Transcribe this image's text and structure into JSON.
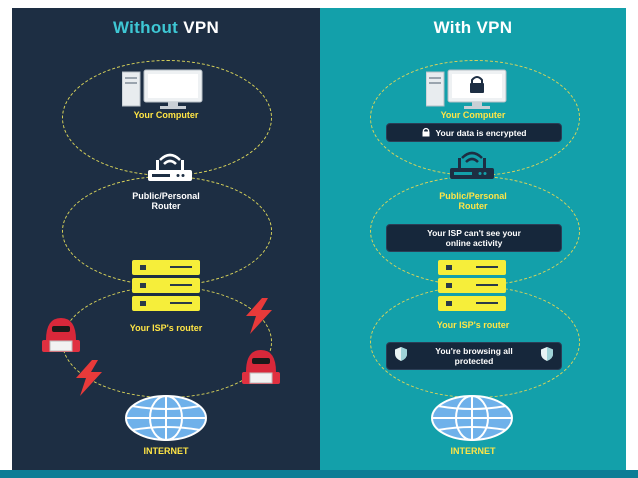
{
  "left_panel": {
    "title_part1": "Without",
    "title_part2": "VPN",
    "computer_label": "Your Computer",
    "router_label_line1": "Public/Personal",
    "router_label_line2": "Router",
    "isp_label": "Your ISP's router",
    "internet_label": "INTERNET"
  },
  "right_panel": {
    "title_part1": "With",
    "title_part2": "VPN",
    "computer_label": "Your Computer",
    "encrypted_note": "Your data is encrypted",
    "router_label_line1": "Public/Personal",
    "router_label_line2": "Router",
    "isp_note_line1": "Your ISP can't see your",
    "isp_note_line2": "online activity",
    "isp_label": "Your ISP's router",
    "protected_note_line1": "You're browsing all",
    "protected_note_line2": "protected",
    "internet_label": "INTERNET"
  },
  "colors": {
    "left_bg": "#1d2e43",
    "right_bg": "#13a0aa",
    "label_yellow": "#ffe545",
    "server_yellow": "#f6ee3a",
    "globe_blue": "#6fb1ea",
    "hacker_red": "#e03040",
    "bolt_red": "#e83a3a"
  },
  "icons": {
    "computer": "desktop-computer-icon",
    "router": "wifi-router-icon",
    "server": "server-stack-icon",
    "globe": "globe-icon",
    "hacker": "hacker-icon",
    "bolt": "lightning-bolt-icon",
    "lock": "lock-icon",
    "shield": "shield-icon"
  }
}
